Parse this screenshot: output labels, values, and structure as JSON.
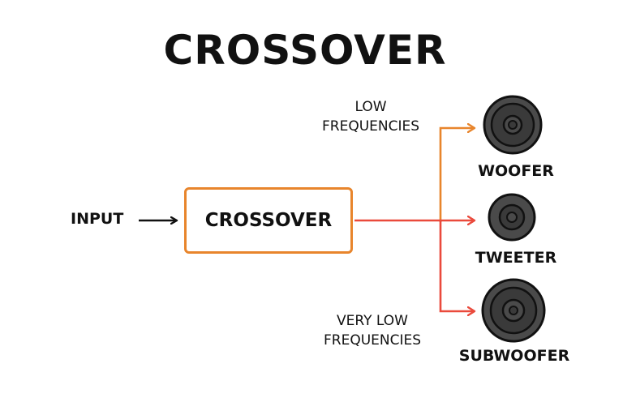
{
  "title": "CROSSOVER",
  "input_label": "INPUT",
  "crossover_box_label": "CROSSOVER",
  "low_freq_label": {
    "line1": "LOW",
    "line2": "FREQUENCIES"
  },
  "very_low_freq_label": {
    "line1": "VERY LOW",
    "line2": "FREQUENCIES"
  },
  "speakers": {
    "woofer": "WOOFER",
    "tweeter": "TWEETER",
    "subwoofer": "SUBWOOFER"
  },
  "colors": {
    "orange": "#e8852c",
    "red": "#ea4a3c",
    "speaker_dark": "#2b2b2b",
    "speaker_mid": "#4a4a4a",
    "black": "#111111"
  }
}
